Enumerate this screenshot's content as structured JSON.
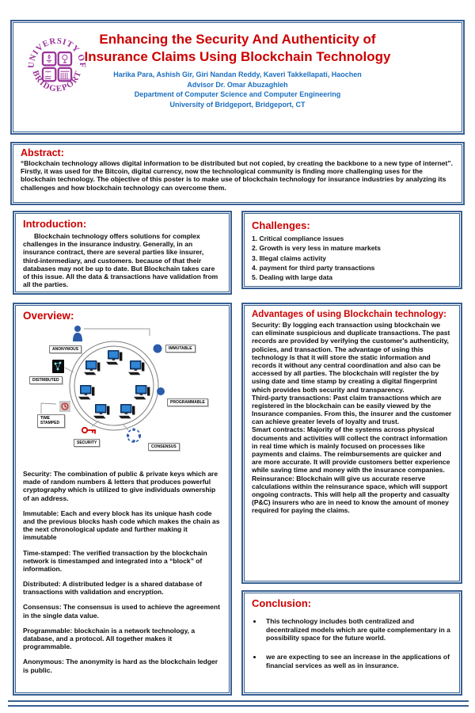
{
  "colors": {
    "title_red": "#cc0000",
    "author_blue": "#1b6fc0",
    "panel_border_blue": "#376092",
    "logo_purple": "#993399",
    "computer_screen_blue": "#2f86d6",
    "diagram_icon_blue": "#2a5caa",
    "security_key_red": "#cc0000"
  },
  "header": {
    "title": "Enhancing the Security And Authenticity of Insurance Claims Using Blockchain Technology",
    "authors": "Harika Para, Ashish Gir, Giri Nandan Reddy, Kaveri Takkellapati, Haochen",
    "advisor": "Advisor Dr. Omar Abuzaghleh",
    "department": "Department of Computer Science and Computer Engineering",
    "university": "University of Bridgeport, Bridgeport, CT",
    "logo_top": "UNIVERSITY OF",
    "logo_bottom": "BRIDGEPORT"
  },
  "abstract": {
    "heading": "Abstract:",
    "body": "“Blockchain technology allows digital information to be distributed but not copied, by creating the backbone to a new type of internet”. Firstly, it was used for the  Bitcoin, digital currency, now the technological community is finding more challenging uses for the blockchain technology. The objective of this poster is to make use of blockchain technology for insurance industries by analyzing its challenges and how blockchain technology can overcome them."
  },
  "introduction": {
    "heading": "Introduction:",
    "body": "Blockchain technology offers solutions for complex challenges in the insurance industry. Generally, in an insurance contract, there are several parties like insurer, third-intermediary, and customers. because of that their databases may not be up to date. But Blockchain takes care of this issue. All the data & transactions have validation from all the parties."
  },
  "challenges": {
    "heading": "Challenges:",
    "items": [
      "1. Critical compliance issues",
      "2. Growth is very less in mature markets",
      "3. Illegal claims activity",
      "4. payment for third party transactions",
      "5. Dealing with large data"
    ]
  },
  "overview": {
    "heading": "Overview:",
    "labels": {
      "anonymous": "ANONYMOUS",
      "immutable": "IMMUTABLE",
      "distributed": "DISTRIBUTED",
      "programmable": "PROGRAMMABLE",
      "time_stamped": "TIME STAMPED",
      "security": "SECURITY",
      "consensus": "CONSENSUS"
    },
    "paragraphs": [
      "Security: The combination of public &  private keys which are made of random numbers & letters that produces powerful cryptography which is utilized to give individuals ownership of an address.",
      "Immutable: Each and every block has its unique hash code and the previous blocks hash code which makes the chain as the next chronological update and further making it immutable",
      "Time-stamped: The verified transaction by the blockchain network is timestamped and integrated into a “block” of information.",
      "Distributed: A distributed ledger is a shared database of transactions with validation and encryption.",
      "Consensus: The consensus is used to achieve the agreement in the single data value.",
      "Programmable: blockchain is a network technology, a database, and a protocol. All together makes it programmable.",
      "Anonymous: The anonymity is hard as the blockchain ledger is public."
    ]
  },
  "advantages": {
    "heading": "Advantages of using Blockchain technology:",
    "paragraphs": [
      "Security:  By logging each transaction using blockchain we can eliminate suspicious and duplicate transactions. The past records are provided by verifying the customer's authenticity, policies, and transaction. The advantage of using this technology is that it will store the static information and records it without any central coordination and also can be accessed by all parties. The blockchain will register the by using date and time stamp by creating a digital fingerprint which provides both security and transparency.",
      "Third-party transactions: Past claim transactions which are registered in the blockchain can be easily viewed by the Insurance companies. From this, the insurer and the customer can achieve greater levels of loyalty and trust.",
      "Smart contracts:  Majority of the systems across physical documents and activities will collect the contract information in real time which is mainly focused on processes like payments and claims. The reimbursements are quicker and are more accurate. It will provide customers better experience while saving time and money with the insurance companies.",
      "Reinsurance:  Blockchain will give us accurate reserve calculations within the reinsurance space, which will support ongoing contracts. This will help all the property and casualty (P&C) insurers who are in need to know the amount of money required for paying the claims."
    ]
  },
  "conclusion": {
    "heading": "Conclusion:",
    "bullets": [
      "This technology includes both centralized and decentralized models which are quite complementary in a possibility space for the future world.",
      "we are expecting to see an increase in the applications of financial services as well as in insurance."
    ]
  }
}
